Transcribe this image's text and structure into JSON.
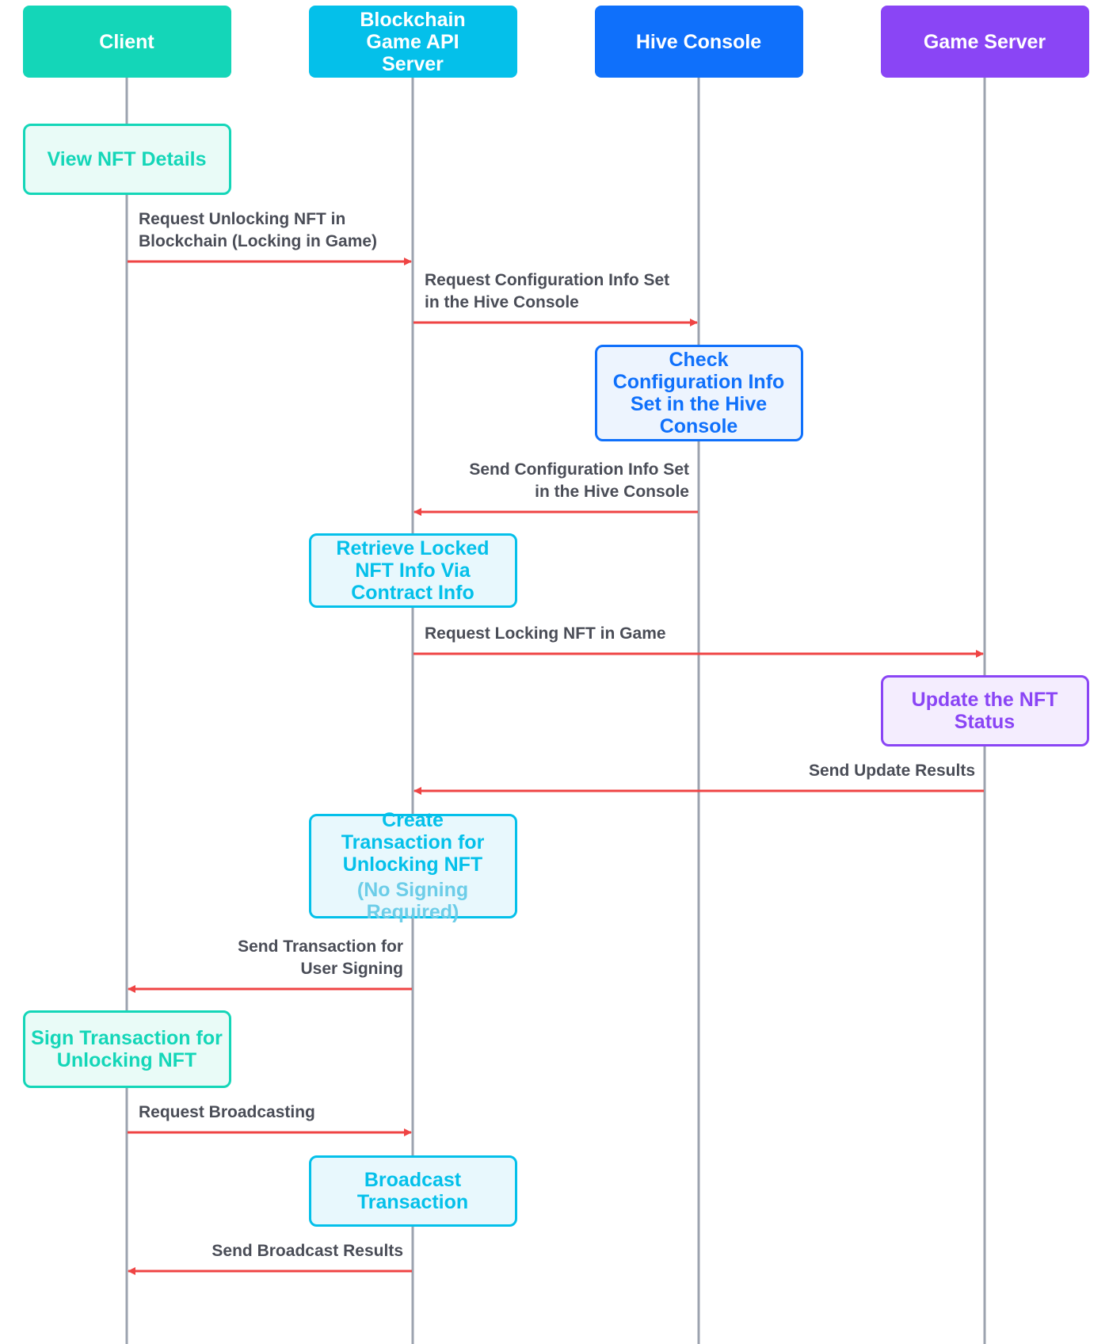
{
  "colors": {
    "lifeline": "#9ca3af",
    "arrow": "#ef4444",
    "label_text": "#4a4d57",
    "client": "#14d6b8",
    "api_server": "#04c0ea",
    "hive_console": "#0f70fb",
    "game_server": "#8a45f5",
    "caption_light": "#6ccde8"
  },
  "participants": [
    {
      "id": "client",
      "label": "Client"
    },
    {
      "id": "api",
      "label": "Blockchain Game API Server"
    },
    {
      "id": "hive",
      "label": "Hive Console"
    },
    {
      "id": "game",
      "label": "Game Server"
    }
  ],
  "activations": [
    {
      "id": "view-nft-details",
      "participant": "client",
      "text": "View NFT Details",
      "sub": ""
    },
    {
      "id": "check-config",
      "participant": "hive",
      "text": "Check Configuration Info Set in the Hive Console",
      "sub": ""
    },
    {
      "id": "retrieve-locked-nft",
      "participant": "api",
      "text": "Retrieve Locked NFT Info Via Contract Info",
      "sub": ""
    },
    {
      "id": "update-nft-status",
      "participant": "game",
      "text": "Update the NFT Status",
      "sub": ""
    },
    {
      "id": "create-transaction",
      "participant": "api",
      "text": "Create Transaction for Unlocking NFT",
      "sub": "(No Signing Required)"
    },
    {
      "id": "sign-transaction",
      "participant": "client",
      "text": "Sign Transaction for Unlocking NFT",
      "sub": ""
    },
    {
      "id": "broadcast-transaction",
      "participant": "api",
      "text": "Broadcast Transaction",
      "sub": ""
    }
  ],
  "messages": [
    {
      "id": "request-unlocking",
      "from": "client",
      "to": "api",
      "text": "Request Unlocking NFT in\nBlockchain (Locking in Game)"
    },
    {
      "id": "request-config",
      "from": "api",
      "to": "hive",
      "text": "Request Configuration Info Set\nin the Hive Console"
    },
    {
      "id": "send-config",
      "from": "hive",
      "to": "api",
      "text": "Send Configuration Info Set\nin the Hive Console"
    },
    {
      "id": "request-locking",
      "from": "api",
      "to": "game",
      "text": "Request Locking NFT in Game"
    },
    {
      "id": "send-update-results",
      "from": "game",
      "to": "api",
      "text": "Send Update Results"
    },
    {
      "id": "send-transaction",
      "from": "api",
      "to": "client",
      "text": "Send Transaction for\nUser Signing"
    },
    {
      "id": "request-broadcasting",
      "from": "client",
      "to": "api",
      "text": "Request Broadcasting"
    },
    {
      "id": "send-broadcast-results",
      "from": "api",
      "to": "client",
      "text": "Send Broadcast Results"
    }
  ]
}
